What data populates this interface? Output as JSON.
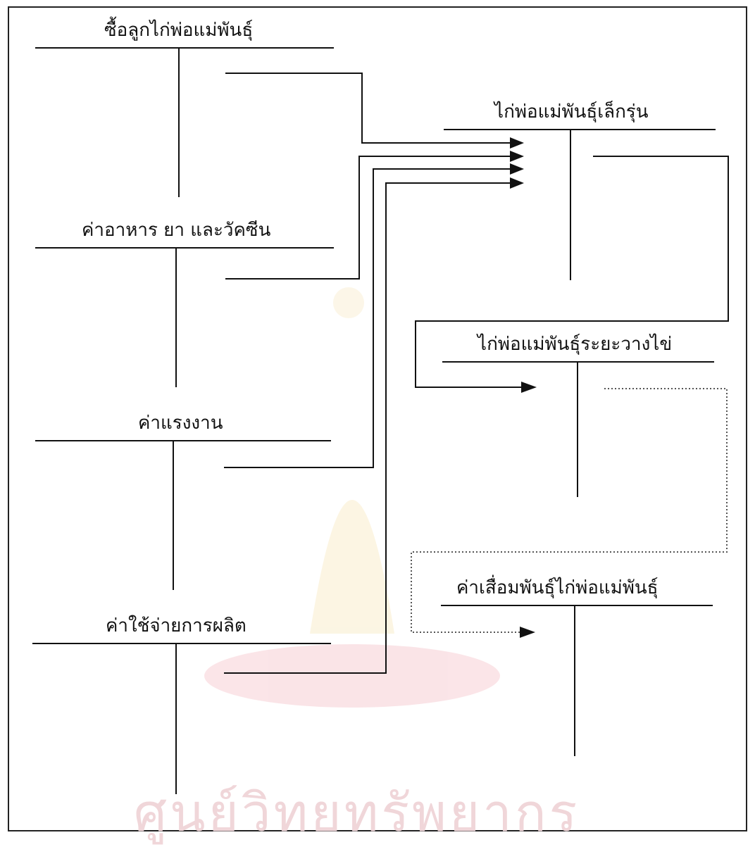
{
  "accounts_left": [
    {
      "id": "purchase",
      "label": "ซื้อลูกไก่พ่อแม่พันธุ์"
    },
    {
      "id": "feed",
      "label": "ค่าอาหาร ยา และวัคซีน"
    },
    {
      "id": "labor",
      "label": "ค่าแรงงาน"
    },
    {
      "id": "overhead",
      "label": "ค่าใช้จ่ายการผลิต"
    }
  ],
  "accounts_right": [
    {
      "id": "young",
      "label": "ไก่พ่อแม่พันธุ์เล็กรุ่น"
    },
    {
      "id": "laying",
      "label": "ไก่พ่อแม่พันธุ์ระยะวางไข่"
    },
    {
      "id": "depreciation",
      "label": "ค่าเสื่อมพันธุ์ไก่พ่อแม่พันธุ์"
    }
  ],
  "watermark": {
    "text": "ศูนย์วิทยทรัพยากร"
  },
  "colors": {
    "line": "#111111",
    "dotted": "#555555",
    "watermark": "#f0d6d9"
  }
}
